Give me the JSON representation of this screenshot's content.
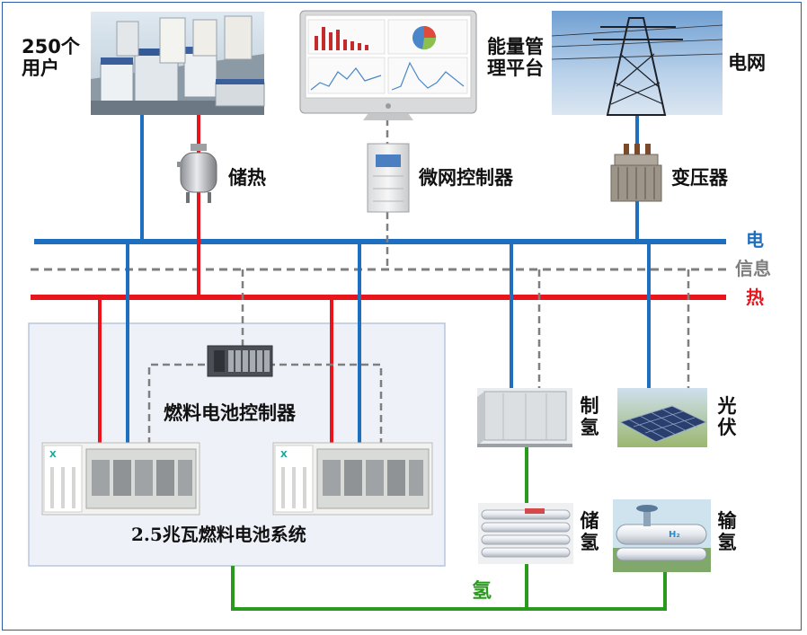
{
  "labels": {
    "users": "250个用户",
    "energy_platform": "能量管理平台",
    "grid": "电网",
    "heat_storage": "储热",
    "microgrid_controller": "微网控制器",
    "transformer": "变压器",
    "fc_controller": "燃料电池控制器",
    "fc_system": "2.5兆瓦燃料电池系统",
    "h2_production": "制氢",
    "photovoltaic": "光伏",
    "h2_storage": "储氢",
    "h2_transport": "输氢",
    "hydrogen_line": "氢"
  },
  "bus_labels": {
    "electricity": "电",
    "information": "信息",
    "heat": "热"
  },
  "colors": {
    "electricity": "#1f6fc0",
    "heat": "#e8161c",
    "information": "#7f7f7f",
    "hydrogen": "#2a9a1e",
    "frame": "#2b5aa8",
    "fc_panel": "#eef2f8"
  }
}
